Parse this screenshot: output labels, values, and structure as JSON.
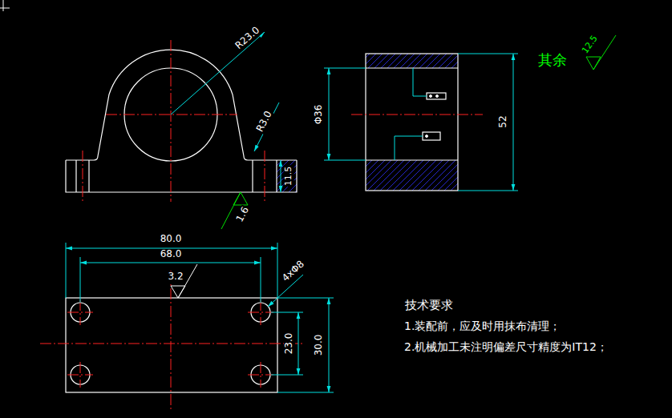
{
  "diagram": {
    "labels": [
      "R23.0",
      "R3.0",
      "11.5",
      "1.6",
      "Φ36",
      "52",
      "其余",
      "12.5",
      "80.0",
      "68.0",
      "3.2",
      "4xΦ8",
      "23.0",
      "30.0",
      "技术要求",
      "1.装配前，应及时用抹布清理；",
      "2.机械加工未注明偏差尺寸精度为IT12；"
    ]
  }
}
